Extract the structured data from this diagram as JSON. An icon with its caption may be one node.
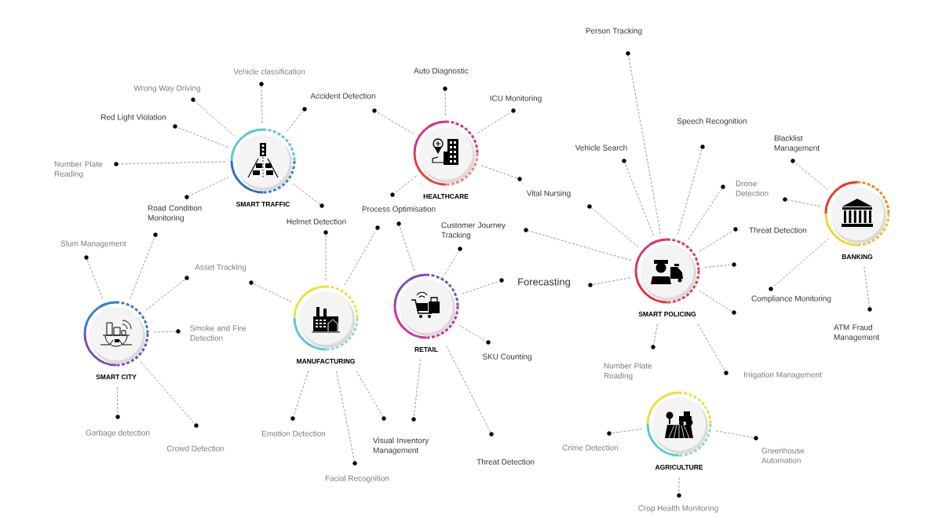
{
  "diagram": {
    "nodes": [
      {
        "text": [
          "SMART TRAFFIC"
        ]
      },
      {
        "text": [
          "HEALTHCARE"
        ]
      },
      {
        "text": [
          "SMART CITY"
        ]
      },
      {
        "text": [
          "MANUFACTURING"
        ]
      },
      {
        "text": [
          "RETAIL"
        ]
      },
      {
        "text": [
          "SMART POLICING"
        ]
      },
      {
        "text": [
          "BANKING"
        ]
      },
      {
        "text": [
          "AGRICULTURE"
        ]
      },
      {
        "text": [],
        "shape": "circle",
        "beside": [
          "Vehicle classification"
        ]
      },
      {
        "text": [],
        "shape": "circle",
        "beside": [
          "Wrong Way Driving"
        ]
      },
      {
        "text": [],
        "shape": "circle",
        "beside": [
          "Accident Detection"
        ]
      },
      {
        "text": [],
        "shape": "circle",
        "beside": [
          "Red Light Violation"
        ]
      },
      {
        "text": [],
        "shape": "circle",
        "beside": [
          "Number Plate Reading"
        ]
      },
      {
        "text": [],
        "shape": "circle",
        "beside": [
          "Road Condition Monitoring"
        ]
      },
      {
        "text": [],
        "shape": "circle"
      },
      {
        "text": [],
        "shape": "circle",
        "beside": [
          "Auto Diagnostic"
        ]
      },
      {
        "text": [],
        "shape": "circle"
      },
      {
        "text": [],
        "shape": "circle",
        "beside": [
          "ICU Monitoring"
        ]
      },
      {
        "text": [],
        "shape": "circle",
        "beside": [
          "Vital Nursing"
        ]
      },
      {
        "text": [],
        "shape": "circle",
        "beside": [
          "Process Optimisation"
        ]
      },
      {
        "text": [],
        "shape": "circle",
        "beside": [
          "Slum Management"
        ]
      },
      {
        "text": [],
        "shape": "circle"
      },
      {
        "text": [],
        "shape": "circle",
        "beside": [
          "Asset Tracking"
        ]
      },
      {
        "text": [],
        "shape": "circle",
        "beside": [
          "Smoke and Fire Detection"
        ]
      },
      {
        "text": [],
        "shape": "circle",
        "beside": [
          "Garbage detection"
        ]
      },
      {
        "text": [],
        "shape": "circle",
        "beside": [
          "Crowd Detection"
        ]
      },
      {
        "text": [],
        "shape": "circle",
        "beside": [
          "Helmet Detection"
        ]
      },
      {
        "text": [],
        "shape": "circle"
      },
      {
        "text": [],
        "shape": "circle"
      },
      {
        "text": [],
        "shape": "circle",
        "beside": [
          "Emotion Detection"
        ]
      },
      {
        "text": [],
        "shape": "circle",
        "beside": [
          "Facial Recognition"
        ]
      },
      {
        "text": [],
        "shape": "circle"
      },
      {
        "text": [],
        "shape": "circle"
      },
      {
        "text": [],
        "shape": "circle",
        "beside": [
          "Customer Journey Tracking"
        ]
      },
      {
        "text": [],
        "shape": "circle",
        "beside": [
          "Forecasting"
        ]
      },
      {
        "text": [],
        "shape": "circle",
        "beside": [
          "SKU Counting"
        ]
      },
      {
        "text": [],
        "shape": "circle",
        "beside": [
          "Visual Inventory Management"
        ]
      },
      {
        "text": [],
        "shape": "circle",
        "beside": [
          "Threat Detection"
        ]
      },
      {
        "text": [],
        "shape": "circle",
        "beside": [
          "Person Tracking"
        ]
      },
      {
        "text": [],
        "shape": "circle",
        "beside": [
          "Vehicle Search"
        ]
      },
      {
        "text": [],
        "shape": "circle",
        "beside": [
          "Speech Recognition"
        ]
      },
      {
        "text": [],
        "shape": "circle",
        "beside": [
          "Drone Detection"
        ]
      },
      {
        "text": [],
        "shape": "circle",
        "beside": [
          "Threat Detection"
        ]
      },
      {
        "text": [],
        "shape": "circle"
      },
      {
        "text": [],
        "shape": "circle"
      },
      {
        "text": [],
        "shape": "circle"
      },
      {
        "text": [],
        "shape": "circle"
      },
      {
        "text": [],
        "shape": "circle"
      },
      {
        "text": [],
        "shape": "circle",
        "beside": [
          "Number Plate Reading"
        ]
      },
      {
        "text": [],
        "shape": "circle",
        "beside": [
          "Irrigation Management"
        ]
      },
      {
        "text": [],
        "shape": "circle",
        "beside": [
          "Blacklist Management"
        ]
      },
      {
        "text": [],
        "shape": "circle"
      },
      {
        "text": [],
        "shape": "circle",
        "beside": [
          "Compliance Monitoring"
        ]
      },
      {
        "text": [],
        "shape": "circle",
        "beside": [
          "ATM Fraud Management"
        ]
      },
      {
        "text": [],
        "shape": "circle",
        "beside": [
          "Crime Detection"
        ]
      },
      {
        "text": [],
        "shape": "circle",
        "beside": [
          "Greenhouse Automation"
        ]
      },
      {
        "text": [],
        "shape": "circle",
        "beside": [
          "Crop Health Monitoring"
        ]
      }
    ],
    "edges": [
      {
        "from": 0,
        "to": 8,
        "arrow": "none"
      },
      {
        "from": 0,
        "to": 9,
        "arrow": "none"
      },
      {
        "from": 0,
        "to": 10,
        "arrow": "none"
      },
      {
        "from": 0,
        "to": 11,
        "arrow": "none"
      },
      {
        "from": 0,
        "to": 12,
        "arrow": "none"
      },
      {
        "from": 0,
        "to": 13,
        "arrow": "none"
      },
      {
        "from": 0,
        "to": 14,
        "arrow": "none"
      },
      {
        "from": 1,
        "to": 15,
        "arrow": "none"
      },
      {
        "from": 1,
        "to": 16,
        "arrow": "none"
      },
      {
        "from": 1,
        "to": 17,
        "arrow": "none"
      },
      {
        "from": 1,
        "to": 18,
        "arrow": "none"
      },
      {
        "from": 1,
        "to": 19,
        "arrow": "none"
      },
      {
        "from": 2,
        "to": 20,
        "arrow": "none"
      },
      {
        "from": 2,
        "to": 21,
        "arrow": "none"
      },
      {
        "from": 2,
        "to": 22,
        "arrow": "none"
      },
      {
        "from": 2,
        "to": 23,
        "arrow": "none"
      },
      {
        "from": 2,
        "to": 24,
        "arrow": "none"
      },
      {
        "from": 2,
        "to": 25,
        "arrow": "none"
      },
      {
        "from": 3,
        "to": 26,
        "arrow": "none"
      },
      {
        "from": 3,
        "to": 27,
        "arrow": "none"
      },
      {
        "from": 3,
        "to": 28,
        "arrow": "none"
      },
      {
        "from": 3,
        "to": 29,
        "arrow": "none"
      },
      {
        "from": 3,
        "to": 30,
        "arrow": "none"
      },
      {
        "from": 3,
        "to": 31,
        "arrow": "none"
      },
      {
        "from": 4,
        "to": 32,
        "arrow": "none"
      },
      {
        "from": 4,
        "to": 33,
        "arrow": "none"
      },
      {
        "from": 4,
        "to": 34,
        "arrow": "none"
      },
      {
        "from": 4,
        "to": 35,
        "arrow": "none"
      },
      {
        "from": 4,
        "to": 36,
        "arrow": "none"
      },
      {
        "from": 4,
        "to": 37,
        "arrow": "none"
      },
      {
        "from": 5,
        "to": 38,
        "arrow": "none"
      },
      {
        "from": 5,
        "to": 39,
        "arrow": "none"
      },
      {
        "from": 5,
        "to": 40,
        "arrow": "none"
      },
      {
        "from": 5,
        "to": 41,
        "arrow": "none"
      },
      {
        "from": 5,
        "to": 42,
        "arrow": "none"
      },
      {
        "from": 5,
        "to": 43,
        "arrow": "none"
      },
      {
        "from": 5,
        "to": 44,
        "arrow": "none"
      },
      {
        "from": 5,
        "to": 45,
        "arrow": "none"
      },
      {
        "from": 5,
        "to": 46,
        "arrow": "none"
      },
      {
        "from": 5,
        "to": 47,
        "arrow": "none"
      },
      {
        "from": 5,
        "to": 48,
        "arrow": "none"
      },
      {
        "from": 5,
        "to": 49,
        "arrow": "none"
      },
      {
        "from": 6,
        "to": 50,
        "arrow": "none"
      },
      {
        "from": 6,
        "to": 51,
        "arrow": "none"
      },
      {
        "from": 6,
        "to": 52,
        "arrow": "none"
      },
      {
        "from": 6,
        "to": 53,
        "arrow": "none"
      },
      {
        "from": 7,
        "to": 54,
        "arrow": "none"
      },
      {
        "from": 7,
        "to": 55,
        "arrow": "none"
      },
      {
        "from": 7,
        "to": 56,
        "arrow": "none"
      }
    ]
  }
}
